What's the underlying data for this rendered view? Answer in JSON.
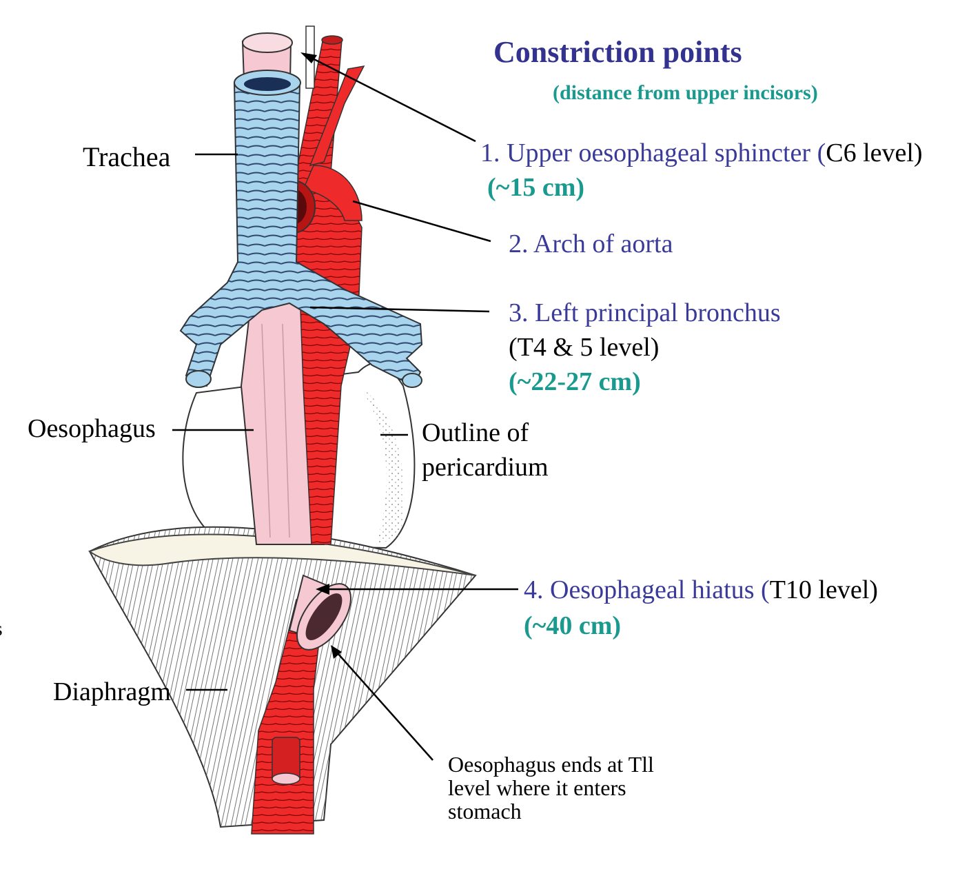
{
  "title": "Constriction points",
  "subtitle": "(distance from upper incisors)",
  "left_labels": {
    "trachea": "Trachea",
    "oesophagus": "Oesophagus",
    "diaphragm": "Diaphragm",
    "edge_mark": "s"
  },
  "pericardium": {
    "line1": "Outline of",
    "line2": "pericardium"
  },
  "points": [
    {
      "name": "1. Upper oesophageal sphincter (",
      "level": "C6 level)",
      "distance": "(~15 cm)"
    },
    {
      "name": "2. Arch of aorta"
    },
    {
      "name": "3. Left principal bronchus",
      "level": "(T4 & 5 level)",
      "distance": "(~22-27 cm)"
    },
    {
      "name": "4. Oesophageal hiatus (",
      "level": "T10 level)",
      "distance": "(~40 cm)"
    }
  ],
  "end_note": {
    "line1": "Oesophagus ends at Tll",
    "line2": "level where it enters",
    "line3": "stomach"
  },
  "colors": {
    "trachea": "#a8d4ee",
    "aorta": "#ee2a2a",
    "oesophagus": "#f6c8d2",
    "diaphragm": "#f7f4e6",
    "title": "#33338f",
    "distance": "#1a9a8e"
  }
}
